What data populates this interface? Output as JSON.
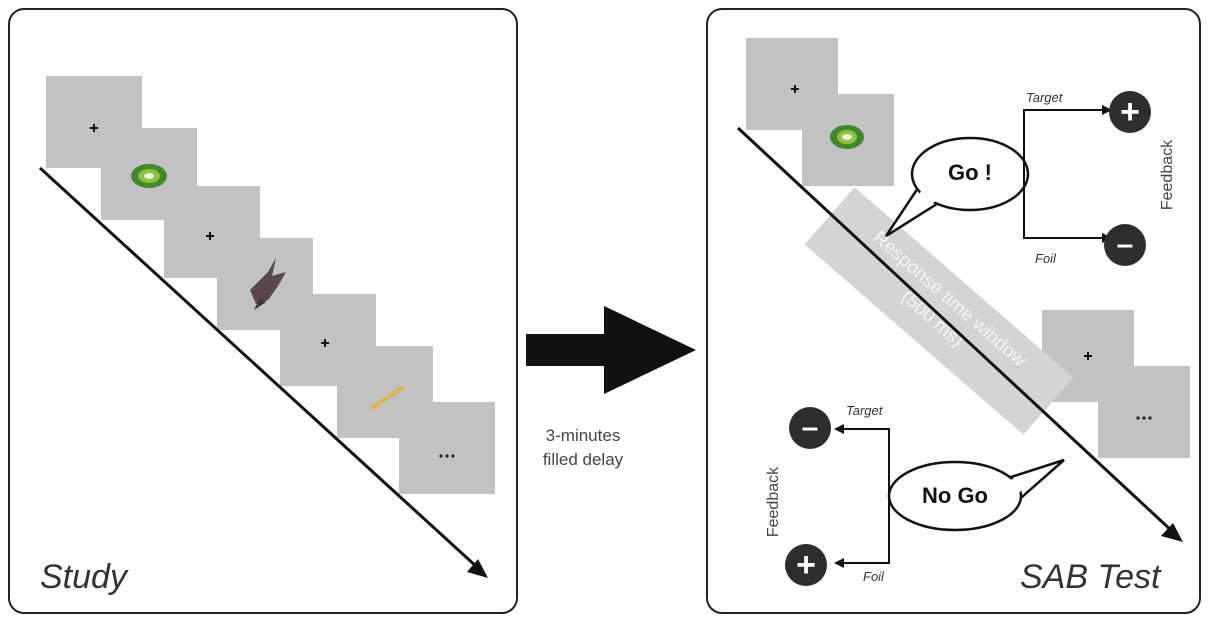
{
  "study": {
    "title": "Study",
    "ellipsis": "…"
  },
  "delay": {
    "line1": "3-minutes",
    "line2": "filled delay"
  },
  "test": {
    "title": "SAB Test",
    "go": {
      "bubble": "Go !",
      "target_label": "Target",
      "foil_label": "Foil",
      "feedback_label": "Feedback",
      "target_symbol": "+",
      "foil_symbol": "–"
    },
    "nogo": {
      "bubble": "No Go",
      "target_label": "Target",
      "foil_label": "Foil",
      "feedback_label": "Feedback",
      "target_symbol": "–",
      "foil_symbol": "+"
    },
    "response_window": {
      "line1": "Response time window",
      "line2": "(500 ms)"
    },
    "ellipsis": "…"
  },
  "colors": {
    "screen_gray": "#c2c2c2",
    "dark_circle": "#2e2e2e",
    "kiwi_green": "#3f8a2a",
    "pencil": "#e2b24a",
    "bird": "#5a4848"
  }
}
